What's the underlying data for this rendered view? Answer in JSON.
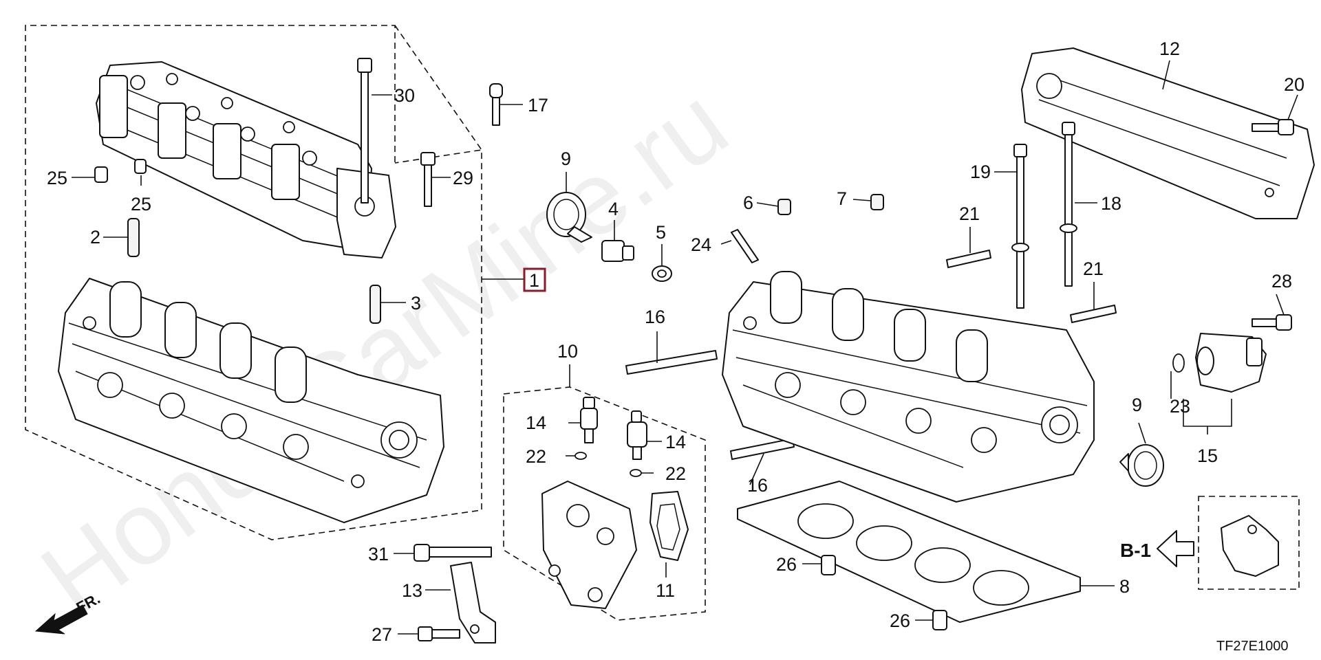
{
  "watermark": "HondaCarMine.ru",
  "drawing_code": "TF27E1000",
  "direction_label": "FR.",
  "view_ref": "B-1",
  "main_part_number": "1",
  "callouts": {
    "c2": "2",
    "c3": "3",
    "c4": "4",
    "c5": "5",
    "c6": "6",
    "c7": "7",
    "c8": "8",
    "c9a": "9",
    "c9b": "9",
    "c10": "10",
    "c11": "11",
    "c12": "12",
    "c13": "13",
    "c14a": "14",
    "c14b": "14",
    "c15": "15",
    "c16a": "16",
    "c16b": "16",
    "c17": "17",
    "c18": "18",
    "c19": "19",
    "c20": "20",
    "c21a": "21",
    "c21b": "21",
    "c22a": "22",
    "c22b": "22",
    "c23": "23",
    "c24": "24",
    "c25a": "25",
    "c25b": "25",
    "c26a": "26",
    "c26b": "26",
    "c27": "27",
    "c28": "28",
    "c29": "29",
    "c30": "30",
    "c31": "31"
  },
  "colors": {
    "line": "#111111",
    "main_part_box": "#8b1a2b",
    "watermark": "#000000"
  }
}
